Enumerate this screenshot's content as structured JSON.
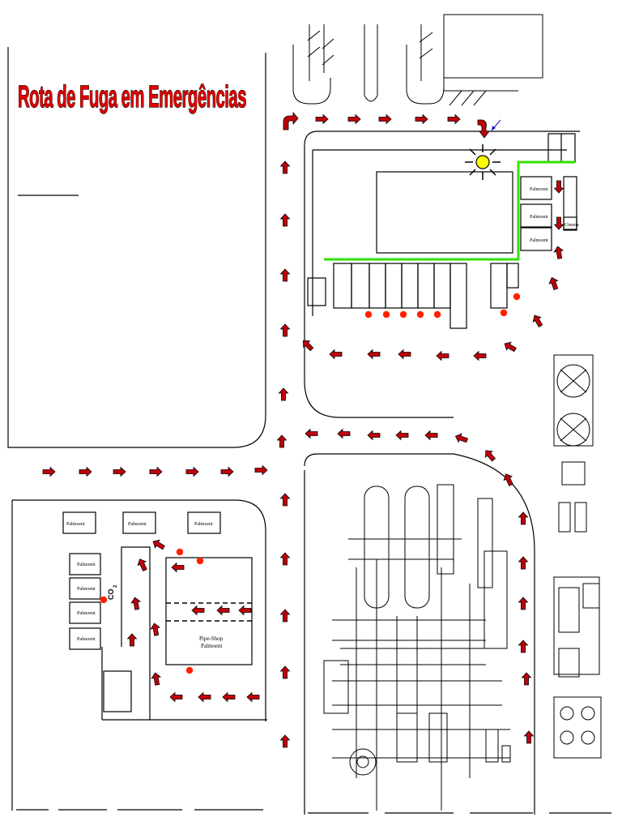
{
  "title": "Rota de Fuga em Emergências",
  "colors": {
    "arrow_fill": "#c0000a",
    "arrow_outline": "#000000",
    "route_green": "#33e000",
    "extinguisher_red": "#ff2000",
    "alarm_yellow": "#ffff00",
    "title_red": "#e00000",
    "pointer_blue": "#1010d0"
  },
  "labels": {
    "palmoeni": "Palmoeni",
    "palmoent": "Palmoent",
    "cimma": "Cimma",
    "co2": "CO",
    "co2_sub": "2",
    "pipe_shop_line1": "Pipe-Shop",
    "pipe_shop_line2": "Palmoent"
  },
  "icons": {
    "escape_arrow": "escape-route-arrow-icon",
    "extinguisher": "fire-extinguisher-icon",
    "alarm_point": "assembly-alarm-icon",
    "pointer": "pointer-arrow-icon"
  }
}
